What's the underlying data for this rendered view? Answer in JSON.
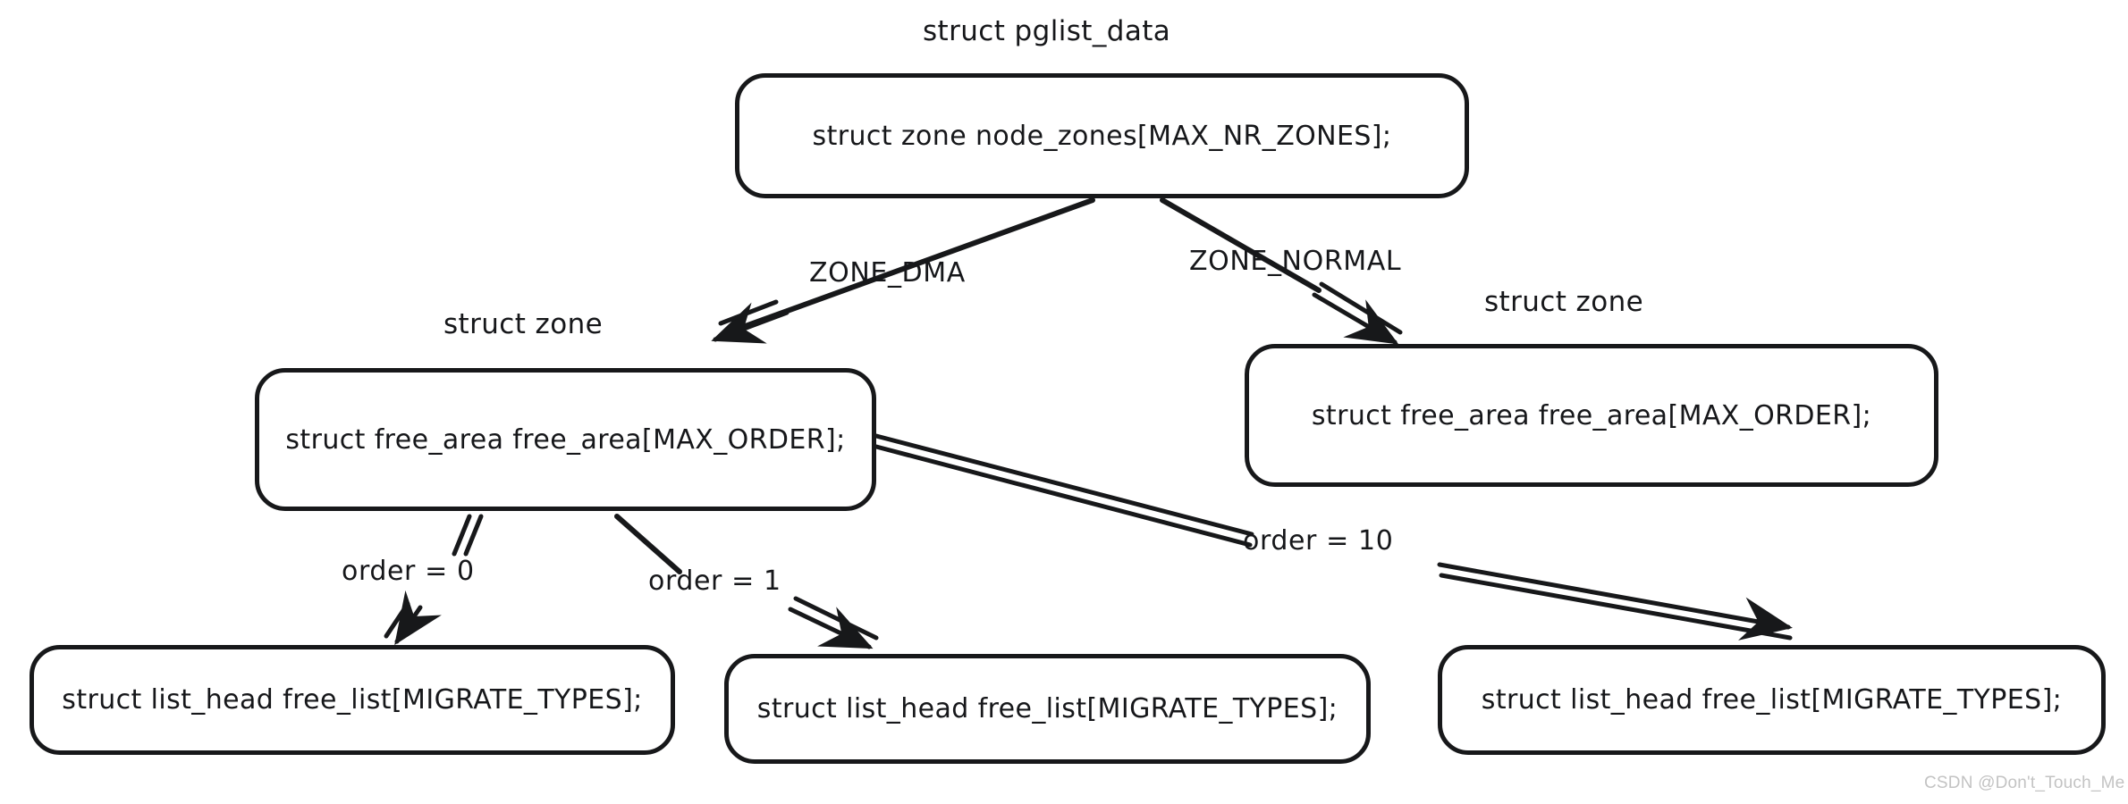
{
  "diagram": {
    "title_visible": false,
    "watermark": "CSDN @Don't_Touch_Me",
    "ink_color": "#17181a",
    "background": "#ffffff",
    "captions": [
      {
        "id": "pglist-caption",
        "text": "struct pglist_data"
      },
      {
        "id": "zone-left-caption",
        "text": "struct zone"
      },
      {
        "id": "zone-right-caption",
        "text": "struct zone"
      }
    ],
    "nodes": [
      {
        "id": "pglist-data-node",
        "text": "struct zone node_zones[MAX_NR_ZONES];"
      },
      {
        "id": "zone-dma-node",
        "text": "struct free_area free_area[MAX_ORDER];"
      },
      {
        "id": "zone-normal-node",
        "text": "struct free_area free_area[MAX_ORDER];"
      },
      {
        "id": "free-list-node-order0",
        "text": "struct list_head free_list[MIGRATE_TYPES];"
      },
      {
        "id": "free-list-node-order1",
        "text": "struct list_head free_list[MIGRATE_TYPES];"
      },
      {
        "id": "free-list-node-order10",
        "text": "struct list_head free_list[MIGRATE_TYPES];"
      }
    ],
    "edges": [
      {
        "id": "edge-zone-dma",
        "label": "ZONE_DMA",
        "from": "pglist-data-node",
        "to": "zone-dma-node"
      },
      {
        "id": "edge-zone-normal",
        "label": "ZONE_NORMAL",
        "from": "pglist-data-node",
        "to": "zone-normal-node"
      },
      {
        "id": "edge-order-0",
        "label": "order = 0",
        "from": "zone-dma-node",
        "to": "free-list-node-order0"
      },
      {
        "id": "edge-order-1",
        "label": "order = 1",
        "from": "zone-dma-node",
        "to": "free-list-node-order1"
      },
      {
        "id": "edge-order-10",
        "label": "order = 10",
        "from": "zone-dma-node",
        "to": "free-list-node-order10"
      }
    ]
  }
}
